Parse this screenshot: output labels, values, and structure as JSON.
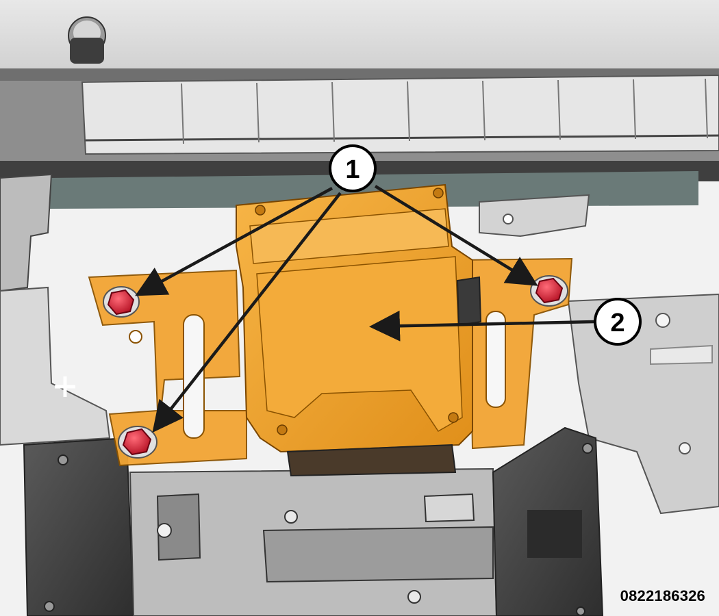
{
  "callouts": [
    {
      "id": "1",
      "label": "1"
    },
    {
      "id": "2",
      "label": "2"
    }
  ],
  "figure_id": "0822186326",
  "colors": {
    "module": "#f0a32a",
    "module_shadow": "#c97a10",
    "fastener": "#e3263a",
    "panel_light": "#d9d9d9",
    "panel_mid": "#bdbdbd",
    "panel_dark": "#4a4a4a",
    "arrow": "#1a1a1a"
  },
  "icons": {
    "callout_marker": "numbered-circle",
    "leader": "arrow"
  }
}
